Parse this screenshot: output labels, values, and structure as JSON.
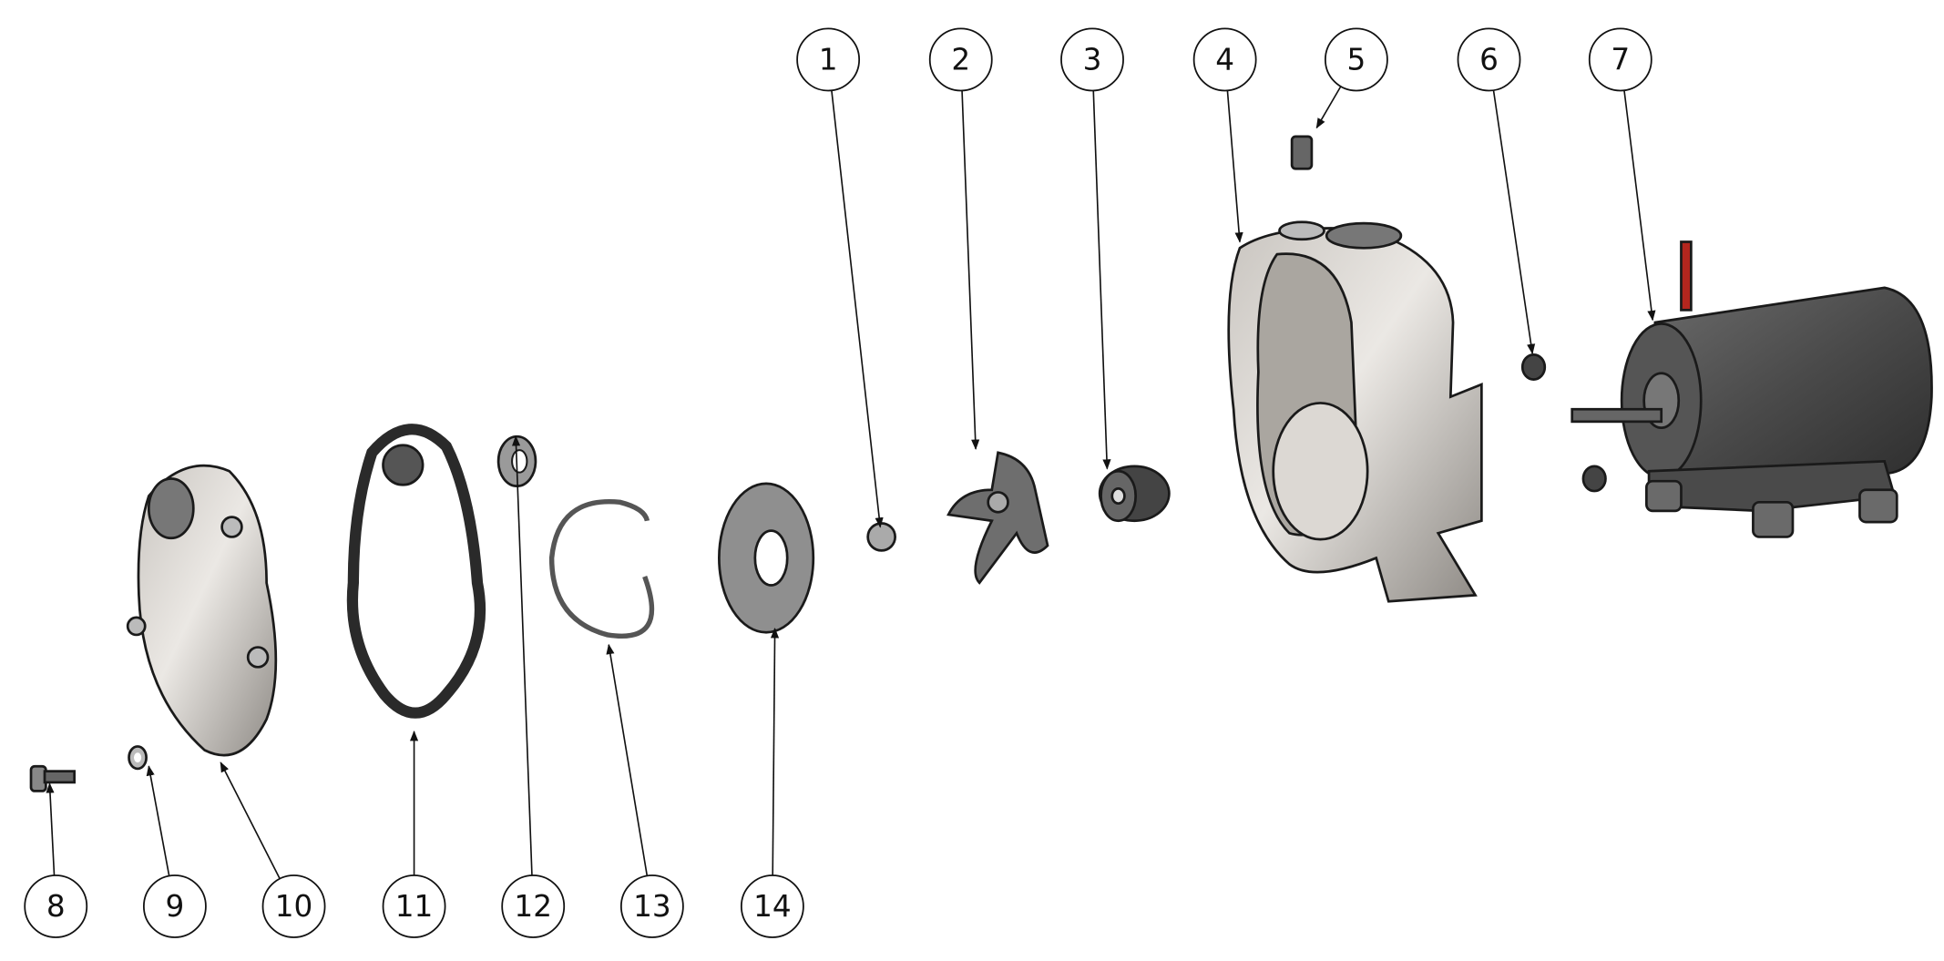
{
  "colors": {
    "line": "#111111",
    "paper": "#ffffff"
  },
  "balloons": [
    {
      "label": "1"
    },
    {
      "label": "2"
    },
    {
      "label": "3"
    },
    {
      "label": "4"
    },
    {
      "label": "5"
    },
    {
      "label": "6"
    },
    {
      "label": "7"
    },
    {
      "label": "8"
    },
    {
      "label": "9"
    },
    {
      "label": "10"
    },
    {
      "label": "11"
    },
    {
      "label": "12"
    },
    {
      "label": "13"
    },
    {
      "label": "14"
    }
  ]
}
